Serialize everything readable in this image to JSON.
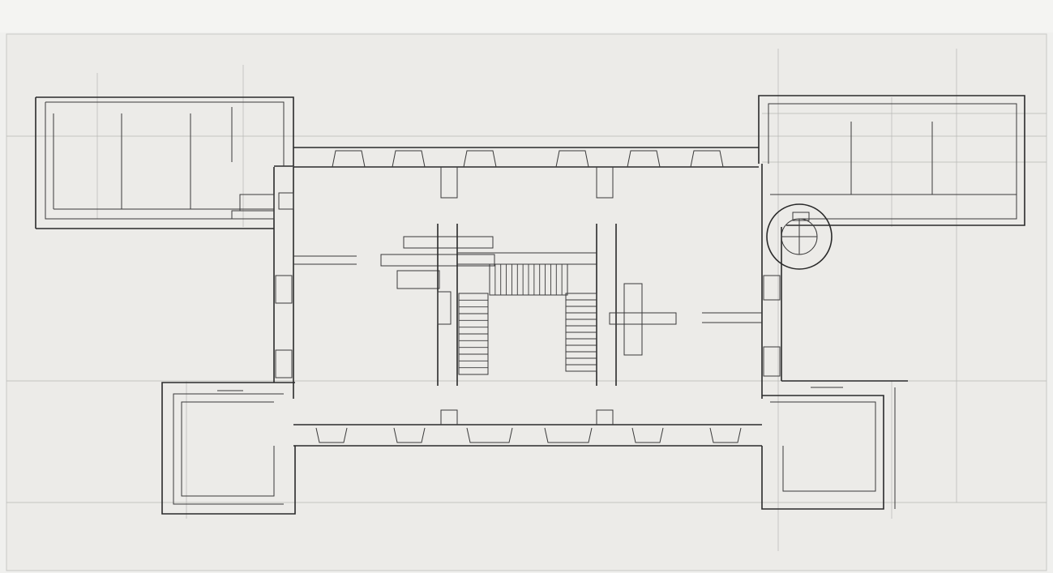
{
  "drawing": {
    "type": "architectural floor plan",
    "labels": [],
    "colors": {
      "paper": "#ecebe8",
      "ink": "#2a2a2a",
      "guide": "#b7b7b4"
    }
  },
  "stairs": [
    {
      "name": "left-flight",
      "treads": 12
    },
    {
      "name": "landing-flight",
      "treads": 14
    },
    {
      "name": "right-flight",
      "treads": 12
    }
  ]
}
